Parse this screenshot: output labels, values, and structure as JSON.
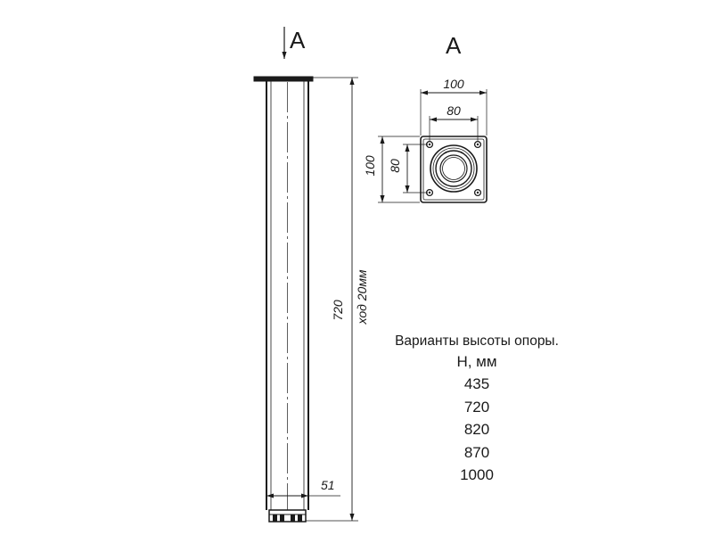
{
  "drawing": {
    "view_arrow_label": "A",
    "view_title": "A",
    "dimensions": {
      "overall_height": "720",
      "stroke": "ход 20мм",
      "tube_diameter": "51",
      "plate_width_outer": "100",
      "plate_width_holes": "80",
      "plate_height_outer": "100",
      "plate_height_holes": "80"
    }
  },
  "height_options": {
    "caption": "Варианты высоты опоры.",
    "unit": "Н, мм",
    "values": [
      "435",
      "720",
      "820",
      "870",
      "1000"
    ]
  }
}
